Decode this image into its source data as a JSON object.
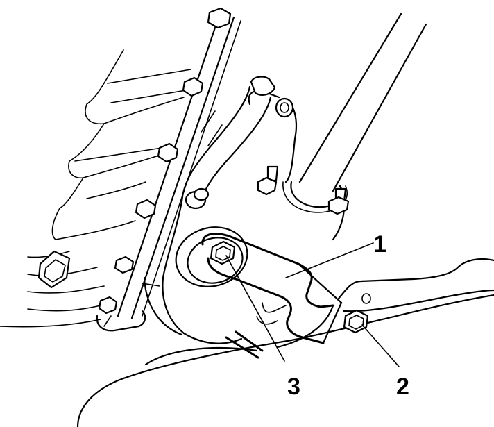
{
  "callouts": {
    "c1": "1",
    "c2": "2",
    "c3": "3"
  }
}
